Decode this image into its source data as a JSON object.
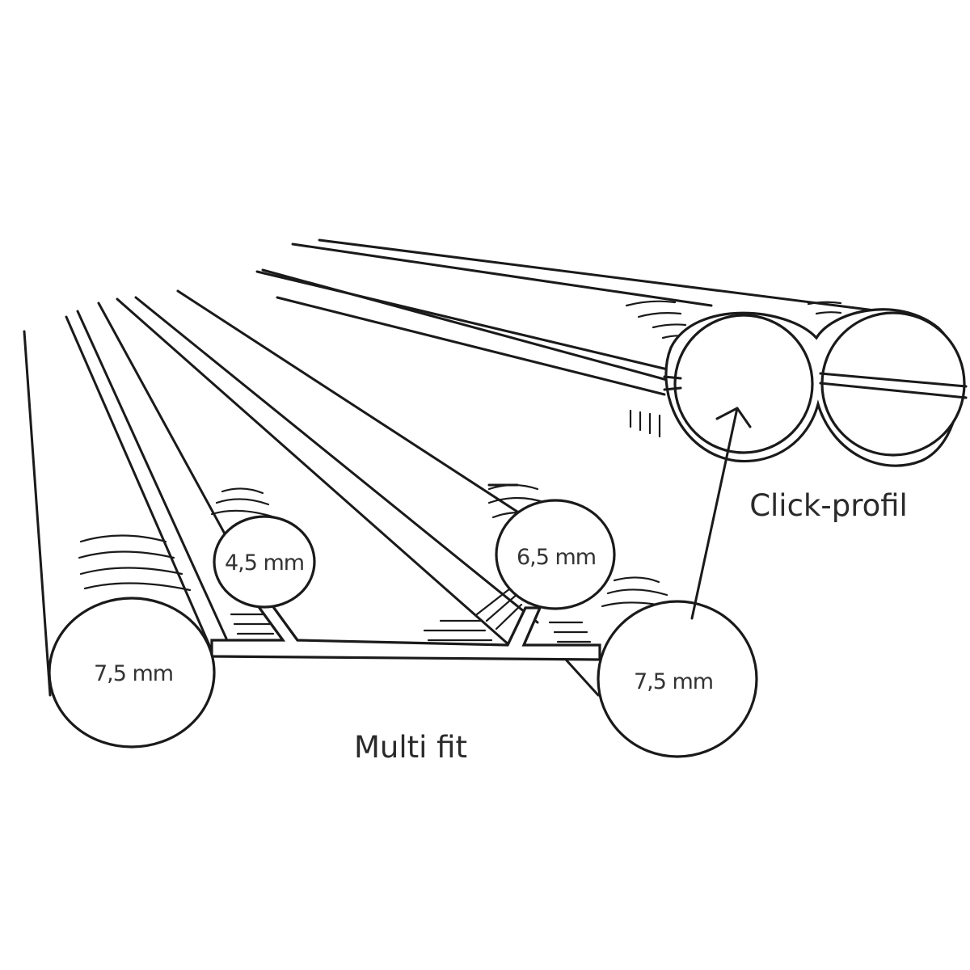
{
  "labels": {
    "profile_small": "4,5 mm",
    "profile_medium": "6,5 mm",
    "profile_left_large": "7,5 mm",
    "profile_right_large": "7,5 mm",
    "multi_fit": "Multi fit",
    "click_profil": "Click-profil"
  },
  "colors": {
    "line": "#1a1a1a",
    "background": "#ffffff"
  }
}
